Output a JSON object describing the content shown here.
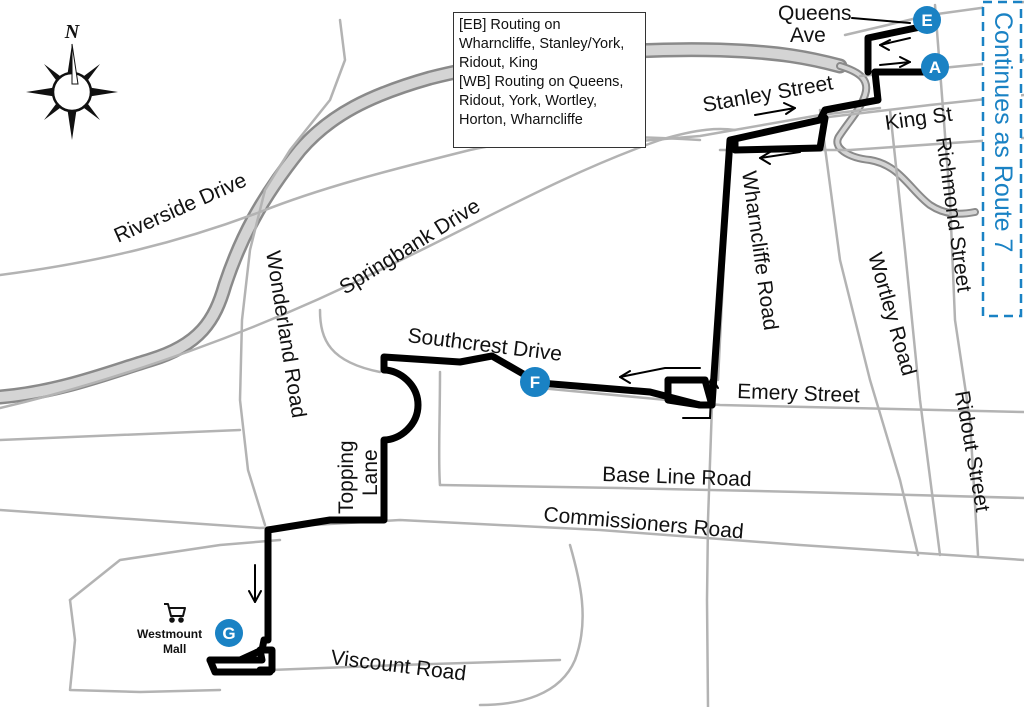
{
  "compass": {
    "north_label": "N"
  },
  "info_box": {
    "lines": [
      "[EB] Routing on",
      "Wharncliffe, Stanley/York,",
      "Ridout, King",
      "[WB] Routing on Queens,",
      "Ridout, York, Wortley,",
      "Horton, Wharncliffe"
    ]
  },
  "streets": {
    "queens": "Queens",
    "ave": "Ave",
    "stanley": "Stanley Street",
    "king": "King St",
    "richmond": "Richmond Street",
    "riverside": "Riverside Drive",
    "springbank": "Springbank Drive",
    "wonderland": "Wonderland Road",
    "wharncliffe": "Wharncliffe Road",
    "wortley": "Wortley Road",
    "ridout": "Ridout Street",
    "southcrest": "Southcrest Drive",
    "emery": "Emery Street",
    "topping": "Topping",
    "lane": "Lane",
    "base_line": "Base Line Road",
    "commissioners": "Commissioners Road",
    "viscount": "Viscount Road"
  },
  "stops": {
    "e": "E",
    "a": "A",
    "f": "F",
    "g": "G"
  },
  "places": {
    "westmount": "Westmount",
    "mall": "Mall",
    "icon": "shopping-cart-icon"
  },
  "continues": "Continues as Route 7",
  "colors": {
    "route": "#000000",
    "road": "#b3b3b3",
    "river": "#c2c2c2",
    "stop": "#1a82c4",
    "continues": "#1a82c4"
  }
}
